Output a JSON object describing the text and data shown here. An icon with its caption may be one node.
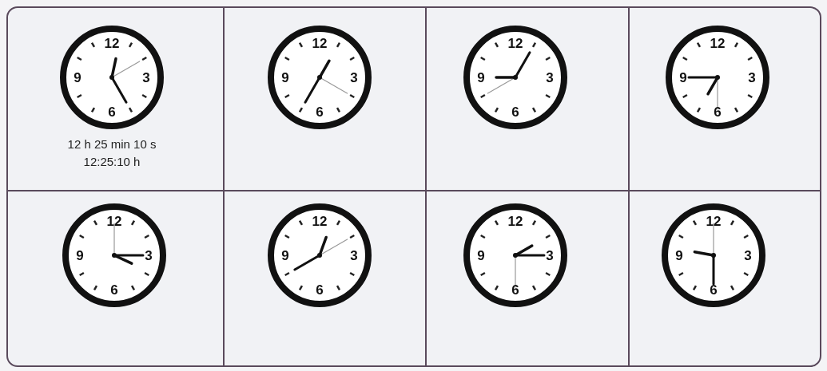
{
  "diagram": {
    "labels": [
      "12",
      "9",
      "3",
      "6",
      "12 h 25 min 10 s",
      "12:25:10 h",
      "12",
      "9",
      "3",
      "6",
      "12",
      "9",
      "3",
      "6",
      "12",
      "9",
      "3",
      "6",
      "12",
      "9",
      "3",
      "6",
      "12",
      "9",
      "3",
      "6",
      "12",
      "9",
      "3",
      "6",
      "12",
      "9",
      "3",
      "6"
    ]
  }
}
